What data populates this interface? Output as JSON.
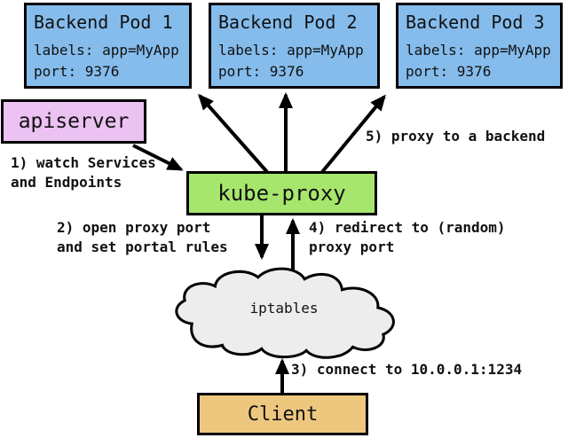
{
  "diagram": {
    "pods": [
      {
        "title": "Backend Pod 1",
        "labels": "labels: app=MyApp",
        "port": "port: 9376"
      },
      {
        "title": "Backend Pod 2",
        "labels": "labels: app=MyApp",
        "port": "port: 9376"
      },
      {
        "title": "Backend Pod 3",
        "labels": "labels: app=MyApp",
        "port": "port: 9376"
      }
    ],
    "apiserver": {
      "label": "apiserver"
    },
    "kube_proxy": {
      "label": "kube-proxy"
    },
    "iptables": {
      "label": "iptables"
    },
    "client": {
      "label": "Client"
    },
    "steps": {
      "step1": "1) watch Services\nand Endpoints",
      "step2": "2) open proxy port\nand set portal rules",
      "step3": "3) connect to 10.0.0.1:1234",
      "step4": "4) redirect to (random)\nproxy port",
      "step5": "5) proxy to a backend"
    },
    "colors": {
      "pod_fill": "#85BCEC",
      "apiserver_fill": "#EBC2F2",
      "kube_proxy_fill": "#A7E66D",
      "client_fill": "#EEC77F",
      "cloud_fill": "#EDEDED",
      "outline": "#000000"
    }
  }
}
